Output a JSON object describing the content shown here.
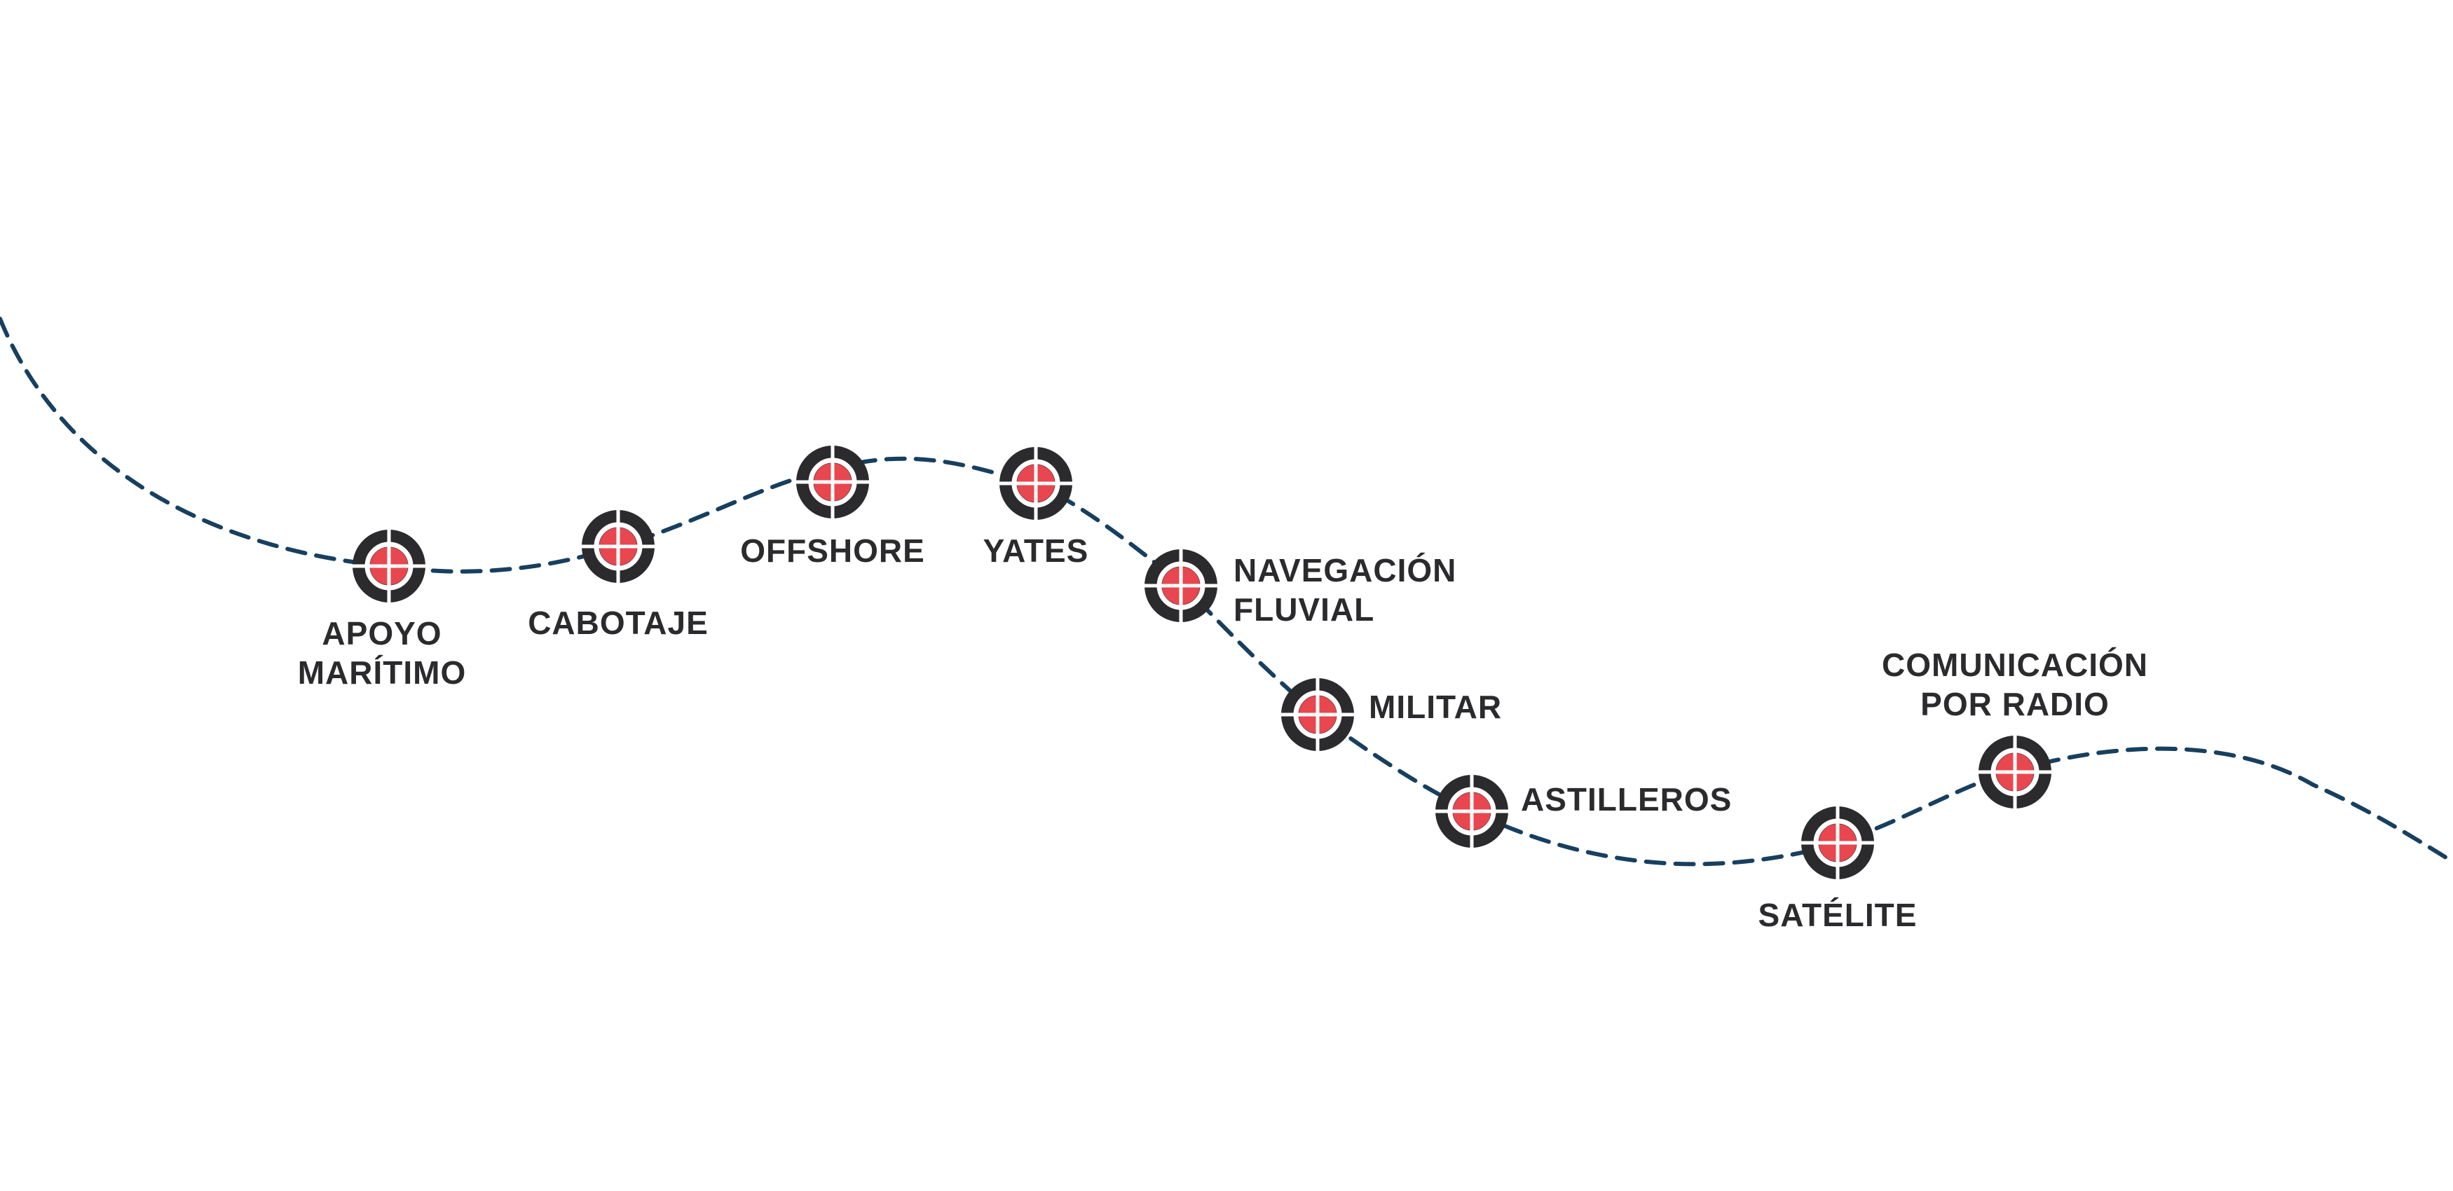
{
  "colors": {
    "route": "#173f5f",
    "marker_outer": "#2b2b2e",
    "marker_inner": "#e8474f",
    "marker_gap": "#ffffff",
    "label": "#2b2b2e"
  },
  "icon": "crosshair-target-icon",
  "stops": [
    {
      "id": "apoyo-maritimo",
      "lines": [
        "APOYO",
        "MARÍTIMO"
      ]
    },
    {
      "id": "cabotaje",
      "lines": [
        "CABOTAJE"
      ]
    },
    {
      "id": "offshore",
      "lines": [
        "OFFSHORE"
      ]
    },
    {
      "id": "yates",
      "lines": [
        "YATES"
      ]
    },
    {
      "id": "navegacion-fluvial",
      "lines": [
        "NAVEGACIÓN",
        "FLUVIAL"
      ]
    },
    {
      "id": "militar",
      "lines": [
        "MILITAR"
      ]
    },
    {
      "id": "astilleros",
      "lines": [
        "ASTILLEROS"
      ]
    },
    {
      "id": "satelite",
      "lines": [
        "SATÉLITE"
      ]
    },
    {
      "id": "comunicacion-por-radio",
      "lines": [
        "COMUNICACIÓN",
        "POR RADIO"
      ]
    }
  ]
}
